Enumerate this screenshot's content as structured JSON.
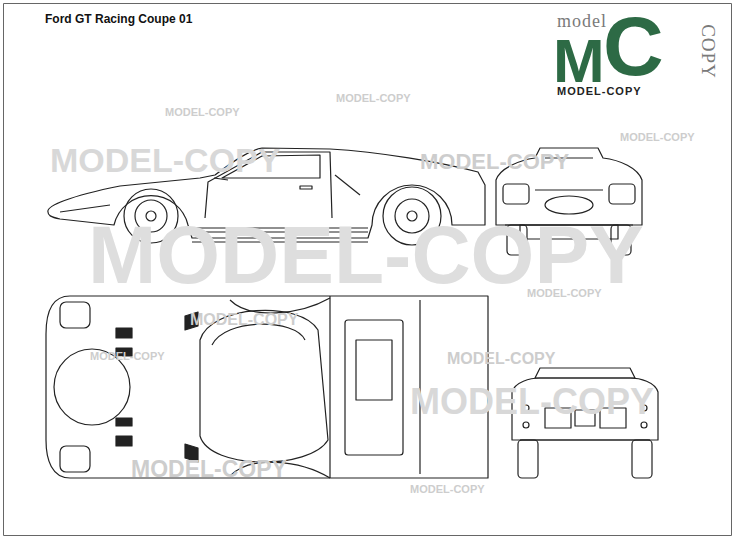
{
  "diagram": {
    "title": "Ford GT Racing Coupe 01",
    "labels": [
      "model",
      "M",
      "C",
      "COPY",
      "MODEL-COPY",
      "MODEL-COPY",
      "MODEL-COPY",
      "MODEL-COPY",
      "MODEL-COPY",
      "MODEL-COPY",
      "MODEL-COPY",
      "MODEL-COPY",
      "MODEL-COPY",
      "MODEL-COPY",
      "MODEL-COPY",
      "MODEL-COPY",
      "MODEL-COPY",
      "MODEL-COPY"
    ]
  }
}
